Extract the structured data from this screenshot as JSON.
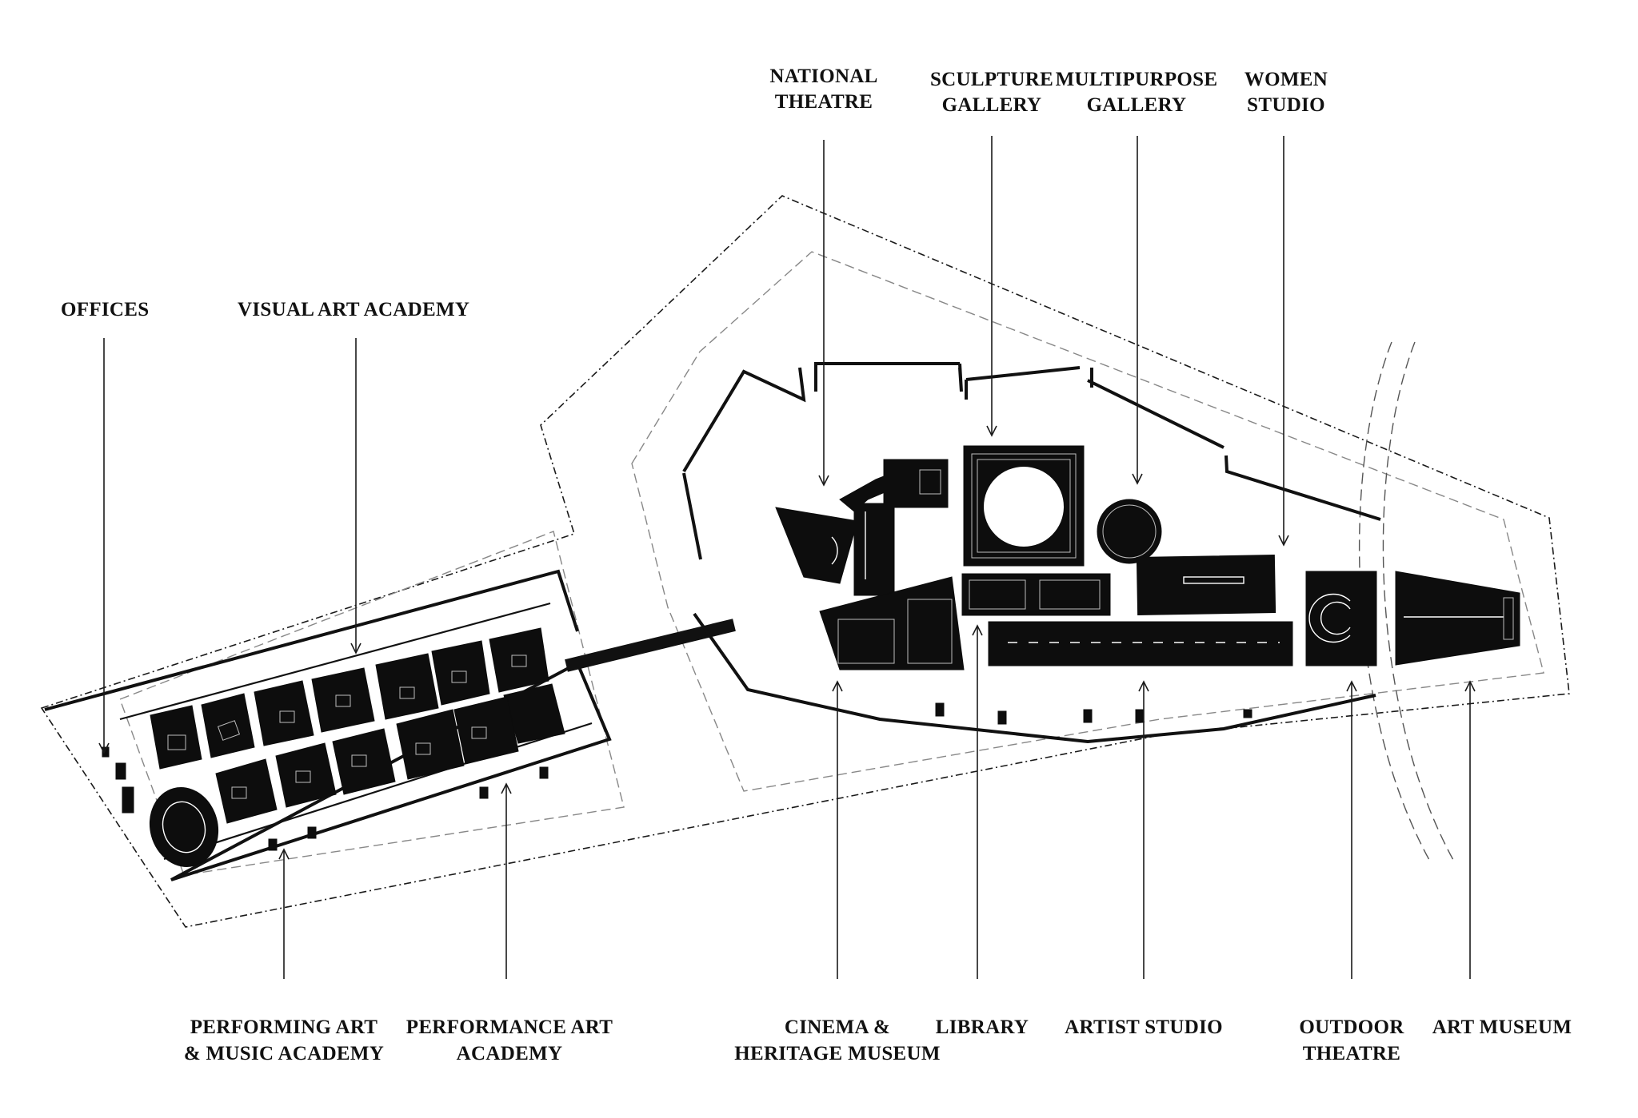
{
  "labels": {
    "offices": "OFFICES",
    "visual_art_academy": "VISUAL ART ACADEMY",
    "national_theatre_1": "NATIONAL",
    "national_theatre_2": "THEATRE",
    "sculpture_gallery_1": "SCULPTURE",
    "sculpture_gallery_2": "GALLERY",
    "multipurpose_gallery_1": "MULTIPURPOSE",
    "multipurpose_gallery_2": "GALLERY",
    "women_studio_1": "WOMEN",
    "women_studio_2": "STUDIO",
    "performing_art_1": "PERFORMING ART",
    "performing_art_2": "& MUSIC ACADEMY",
    "performance_art_1": "PERFORMANCE ART",
    "performance_art_2": "ACADEMY",
    "cinema_1": "CINEMA &",
    "cinema_2": "HERITAGE MUSEUM",
    "library": "LIBRARY",
    "artist_studio": "ARTIST STUDIO",
    "outdoor_theatre_1": "OUTDOOR",
    "outdoor_theatre_2": "THEATRE",
    "art_museum": "ART MUSEUM"
  }
}
